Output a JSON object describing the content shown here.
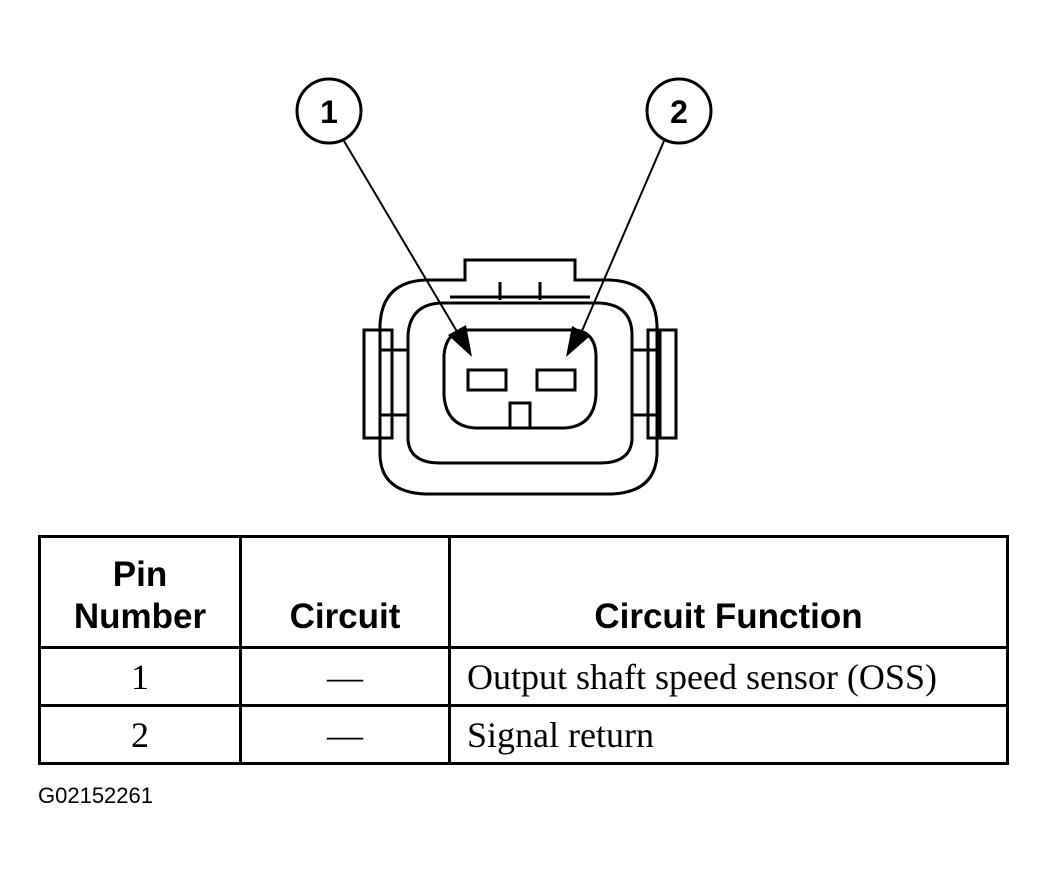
{
  "callouts": [
    "1",
    "2"
  ],
  "table": {
    "headers": [
      "Pin Number",
      "Circuit",
      "Circuit Function"
    ],
    "rows": [
      {
        "pin": "1",
        "circuit": "—",
        "function": "Output shaft speed sensor (OSS)"
      },
      {
        "pin": "2",
        "circuit": "—",
        "function": "Signal return"
      }
    ]
  },
  "caption": "G02152261"
}
